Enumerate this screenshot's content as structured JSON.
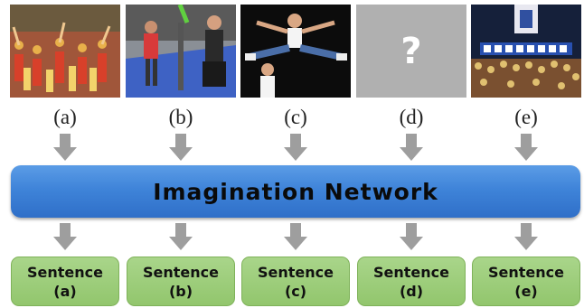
{
  "images": [
    {
      "letter": "(a)",
      "scene": "crowd-dancing-photo"
    },
    {
      "letter": "(b)",
      "scene": "dancers-cheering-photo"
    },
    {
      "letter": "(c)",
      "scene": "cheerleader-jump-photo"
    },
    {
      "letter": "(d)",
      "scene": "unknown-placeholder",
      "placeholder_symbol": "?"
    },
    {
      "letter": "(e)",
      "scene": "rally-crowd-photo"
    }
  ],
  "network": {
    "label": "Imagination Network"
  },
  "sentences": [
    {
      "line1": "Sentence",
      "line2": "(a)"
    },
    {
      "line1": "Sentence",
      "line2": "(b)"
    },
    {
      "line1": "Sentence",
      "line2": "(c)"
    },
    {
      "line1": "Sentence",
      "line2": "(d)"
    },
    {
      "line1": "Sentence",
      "line2": "(e)"
    }
  ],
  "colors": {
    "network_blue": "#3f84d9",
    "sentence_green": "#9ccd79",
    "arrow_gray": "#9e9e9e",
    "placeholder_gray": "#b0b0b0"
  }
}
